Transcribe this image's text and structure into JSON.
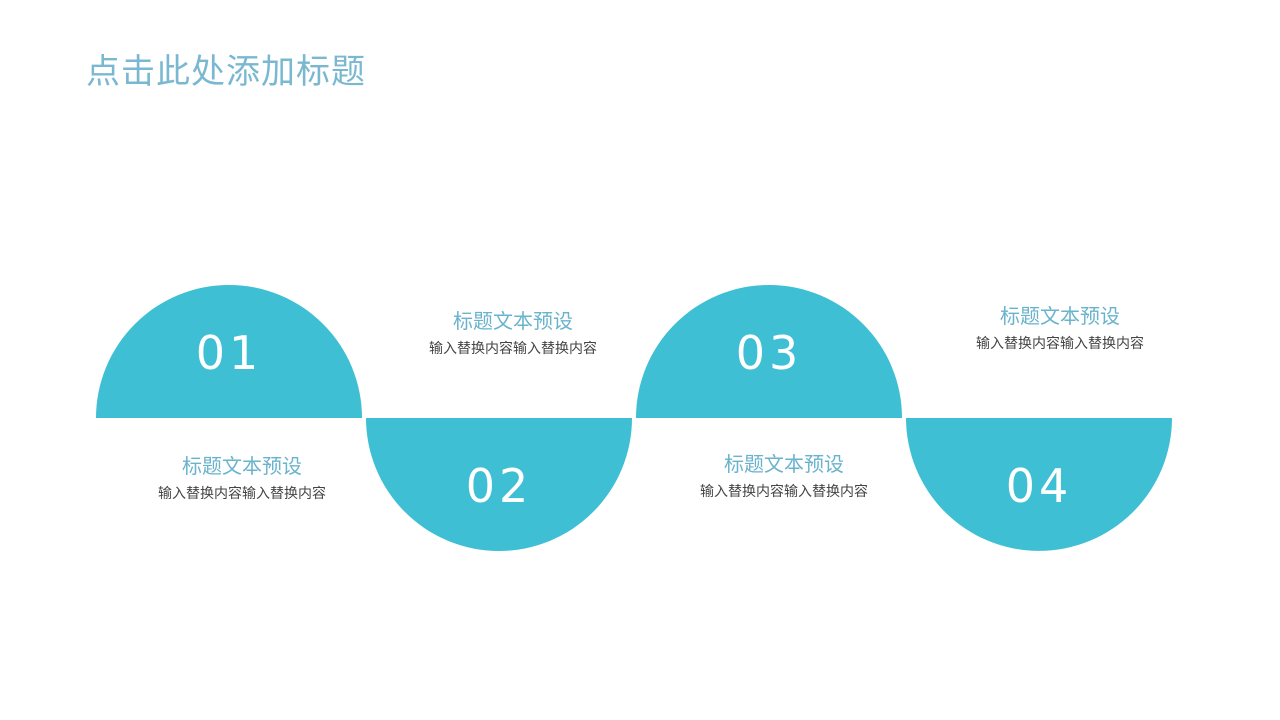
{
  "title": "点击此处添加标题",
  "colors": {
    "accent": "#3ebfd4",
    "title": "#7ab8d1",
    "heading": "#6ab3cc",
    "body_text": "#444444"
  },
  "steps": [
    {
      "number": "01",
      "heading": "标题文本预设",
      "description": "输入替换内容输入替换内容"
    },
    {
      "number": "02",
      "heading": "标题文本预设",
      "description": "输入替换内容输入替换内容"
    },
    {
      "number": "03",
      "heading": "标题文本预设",
      "description": "输入替换内容输入替换内容"
    },
    {
      "number": "04",
      "heading": "标题文本预设",
      "description": "输入替换内容输入替换内容"
    }
  ]
}
